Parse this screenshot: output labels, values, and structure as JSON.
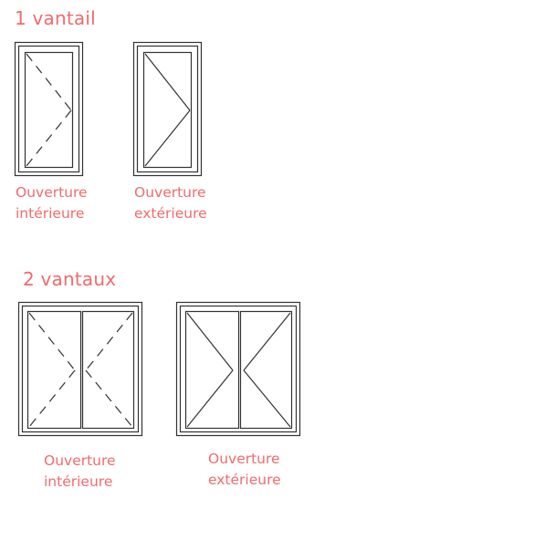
{
  "colors": {
    "accent": "#f26b6b",
    "line": "#333333"
  },
  "sections": {
    "single": {
      "title": "1 vantail",
      "interior": [
        "Ouverture",
        "intérieure"
      ],
      "exterior": [
        "Ouverture",
        "extérieure"
      ]
    },
    "double": {
      "title": "2 vantaux",
      "interior": [
        "Ouverture",
        "intérieure"
      ],
      "exterior": [
        "Ouverture",
        "extérieure"
      ]
    }
  }
}
